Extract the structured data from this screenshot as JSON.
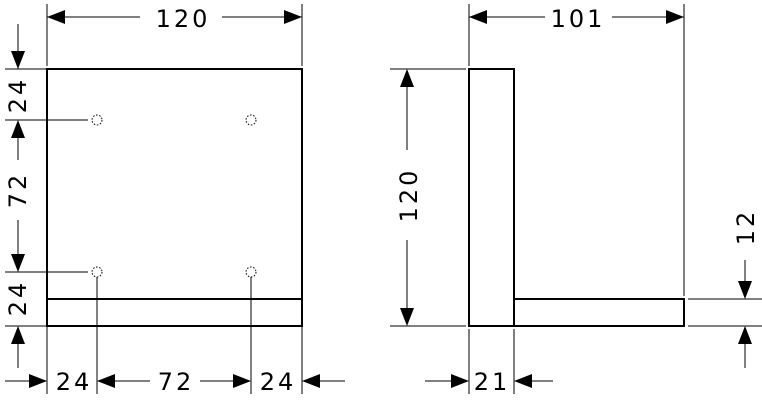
{
  "front_view": {
    "width": "120",
    "top_margin": "24",
    "hole_spacing_vertical": "72",
    "bottom_margin": "24",
    "left_offset": "24",
    "hole_spacing_horizontal": "72",
    "right_offset": "24"
  },
  "side_view": {
    "depth": "101",
    "height": "120",
    "shelf_thickness": "12",
    "back_thickness": "21"
  }
}
